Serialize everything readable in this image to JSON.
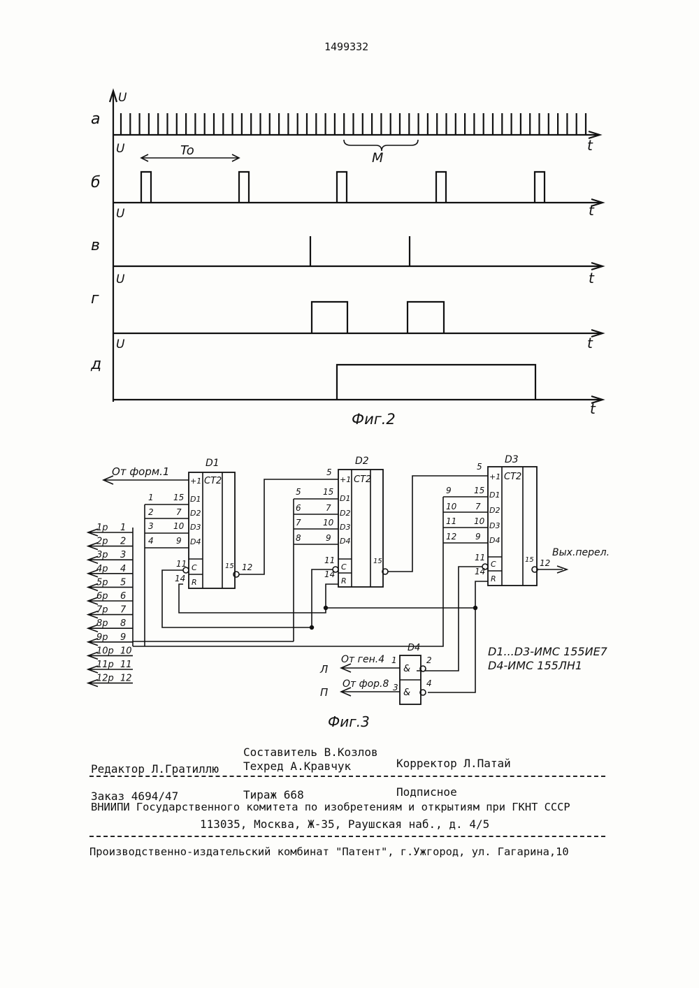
{
  "patent_number": "1499332",
  "fig2": {
    "caption": "Фиг.2",
    "axis_u": "U",
    "axis_t": "t",
    "row_labels": [
      "а",
      "б",
      "в",
      "г",
      "д"
    ],
    "period_label": "To",
    "group_label": "M"
  },
  "fig3": {
    "caption": "Фиг.3",
    "chips": [
      {
        "name": "D1",
        "header": "CT2",
        "inputs": [
          "+1",
          "D1",
          "D2",
          "D3",
          "D4",
          "C",
          "R"
        ],
        "output": "15"
      },
      {
        "name": "D2",
        "header": "CT2",
        "inputs": [
          "+1",
          "D1",
          "D2",
          "D3",
          "D4",
          "C",
          "R"
        ],
        "output": "15"
      },
      {
        "name": "D3",
        "header": "CT2",
        "inputs": [
          "+1",
          "D1",
          "D2",
          "D3",
          "D4",
          "C",
          "R"
        ],
        "output": "15"
      }
    ],
    "d1_pins": [
      "1",
      "15",
      "2",
      "7",
      "3",
      "10",
      "4",
      "9",
      "11",
      "14",
      "12"
    ],
    "d2_pins": [
      "5",
      "5",
      "15",
      "6",
      "7",
      "7",
      "10",
      "8",
      "9",
      "11",
      "14"
    ],
    "d3_pins": [
      "5",
      "9",
      "15",
      "10",
      "7",
      "11",
      "10",
      "12",
      "9",
      "11",
      "14",
      "12"
    ],
    "from_label": "От форм.1",
    "out_label": "Вых.перел.",
    "left_bus": [
      {
        "tag": "1p",
        "num": "1"
      },
      {
        "tag": "2p",
        "num": "2"
      },
      {
        "tag": "3p",
        "num": "3"
      },
      {
        "tag": "4p",
        "num": "4"
      },
      {
        "tag": "5p",
        "num": "5"
      },
      {
        "tag": "6p",
        "num": "6"
      },
      {
        "tag": "7p",
        "num": "7"
      },
      {
        "tag": "8p",
        "num": "8"
      },
      {
        "tag": "9p",
        "num": "9"
      },
      {
        "tag": "10p",
        "num": "10"
      },
      {
        "tag": "11p",
        "num": "11"
      },
      {
        "tag": "12p",
        "num": "12"
      }
    ],
    "d4": {
      "name": "D4",
      "gate_symbol": "&",
      "pins": [
        "1",
        "2",
        "3",
        "4"
      ],
      "in1": "От ген.4",
      "in2": "От фор.8",
      "out1": "Л",
      "out2": "П"
    },
    "legend_line1": "D1...D3-ИМС 155ИЕ7",
    "legend_line2": "D4-ИМС 155ЛН1"
  },
  "footer": {
    "compiler": "Составитель В.Козлов",
    "editor": "Редактор Л.Гратиллю",
    "techred": "Техред А.Кравчук",
    "corrector": "Корректор Л.Патай",
    "order": "Заказ 4694/47",
    "circulation": "Тираж 668",
    "subscription": "Подписное",
    "org": "ВНИИПИ Государственного комитета по изобретениям и открытиям при ГКНТ СССР",
    "address": "113035, Москва, Ж-35, Раушская наб., д. 4/5",
    "publisher": "Производственно-издательский комбинат \"Патент\", г.Ужгород, ул. Гагарина,10"
  }
}
